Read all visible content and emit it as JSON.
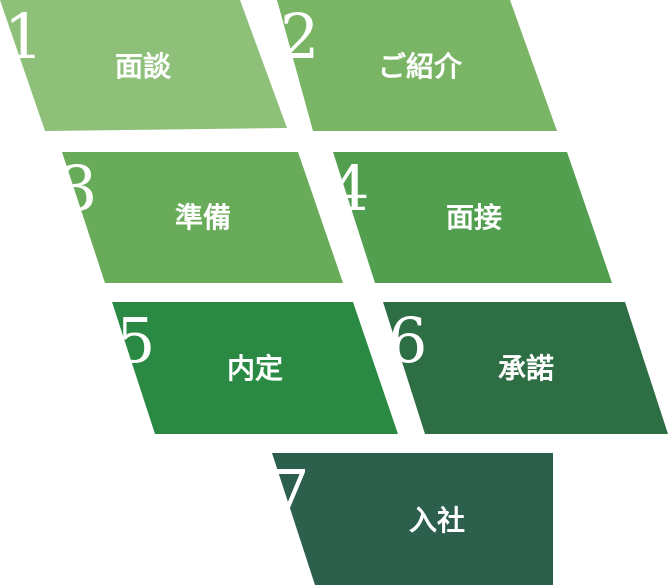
{
  "steps": [
    {
      "number": "1",
      "label": "面談",
      "color": "#8fc07a"
    },
    {
      "number": "2",
      "label": "ご紹介",
      "color": "#7ab566"
    },
    {
      "number": "3",
      "label": "準備",
      "color": "#68ab58"
    },
    {
      "number": "4",
      "label": "面接",
      "color": "#519f4f"
    },
    {
      "number": "5",
      "label": "内定",
      "color": "#2a8a43"
    },
    {
      "number": "6",
      "label": "承諾",
      "color": "#2e6e45"
    },
    {
      "number": "7",
      "label": "入社",
      "color": "#2c604c"
    }
  ]
}
